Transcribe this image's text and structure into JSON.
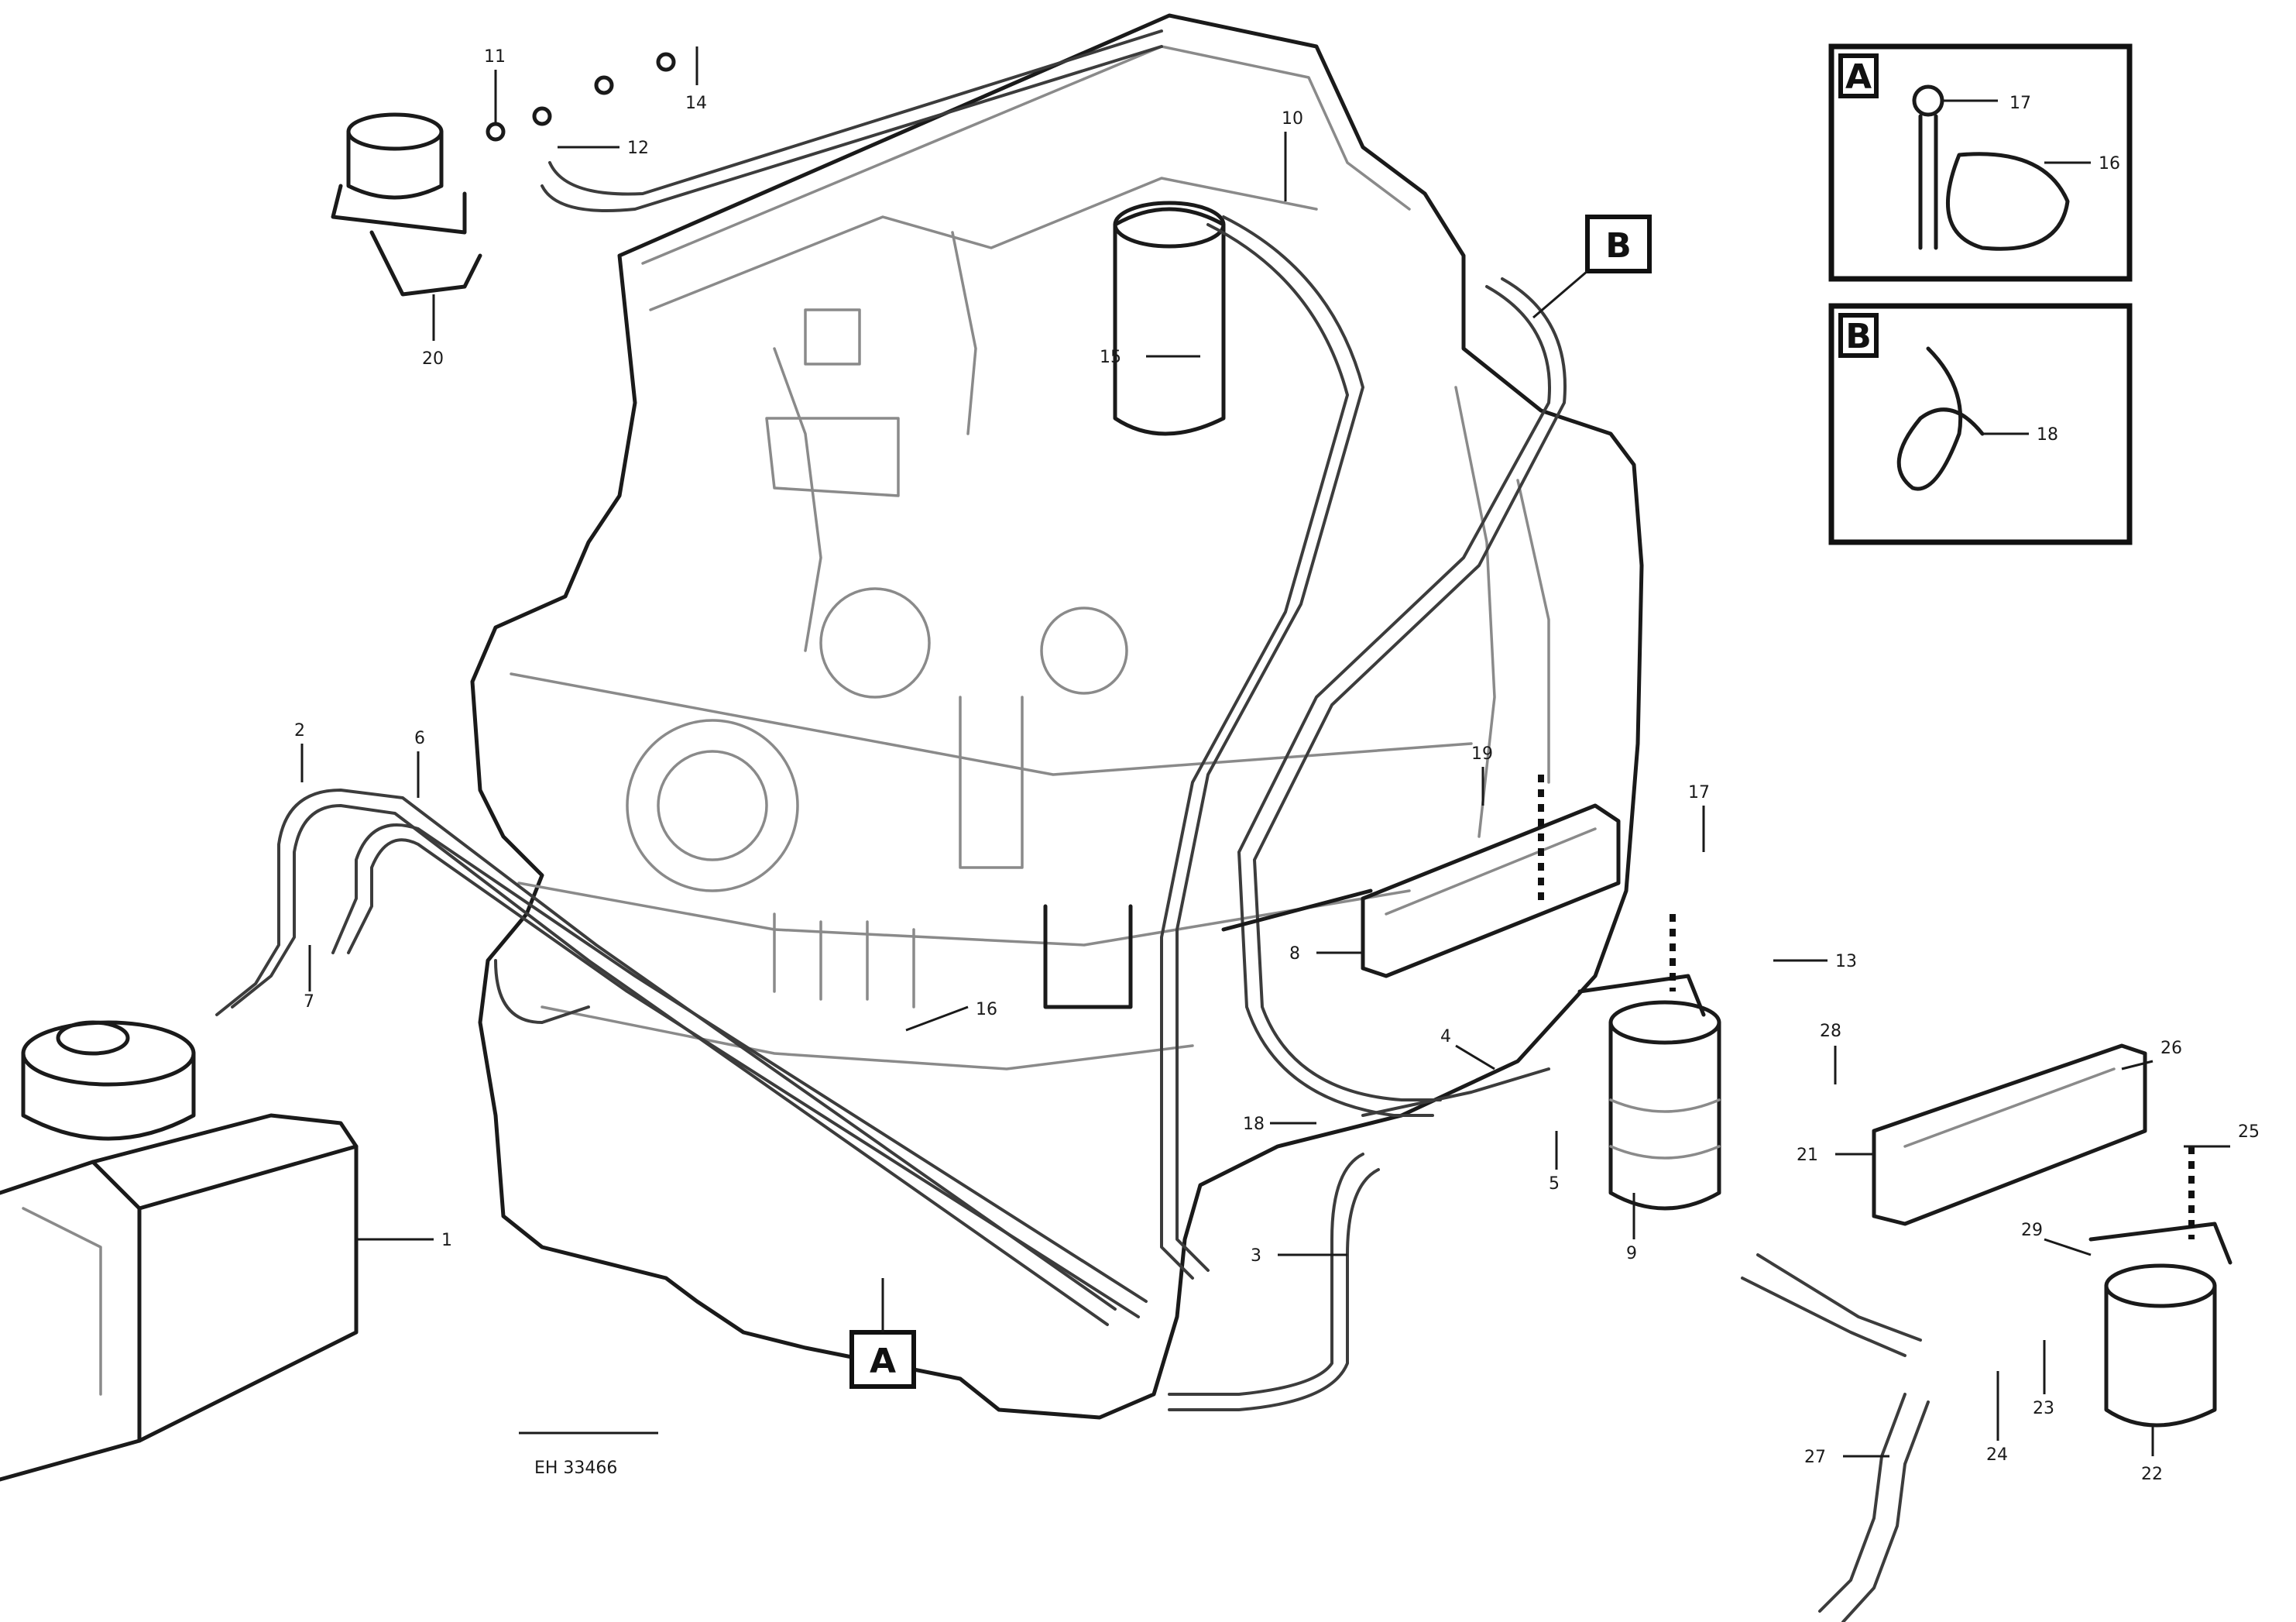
{
  "diagram": {
    "drawing_codes": [
      "",
      "EH 33466"
    ],
    "view_tags": [
      "A",
      "B"
    ],
    "callouts": [
      "1",
      "2",
      "3",
      "4",
      "5",
      "6",
      "7",
      "8",
      "9",
      "10",
      "11",
      "12",
      "13",
      "14",
      "15",
      "16",
      "17",
      "18",
      "19",
      "20",
      "21",
      "22",
      "23",
      "24",
      "25",
      "26",
      "27",
      "28",
      "29"
    ]
  }
}
